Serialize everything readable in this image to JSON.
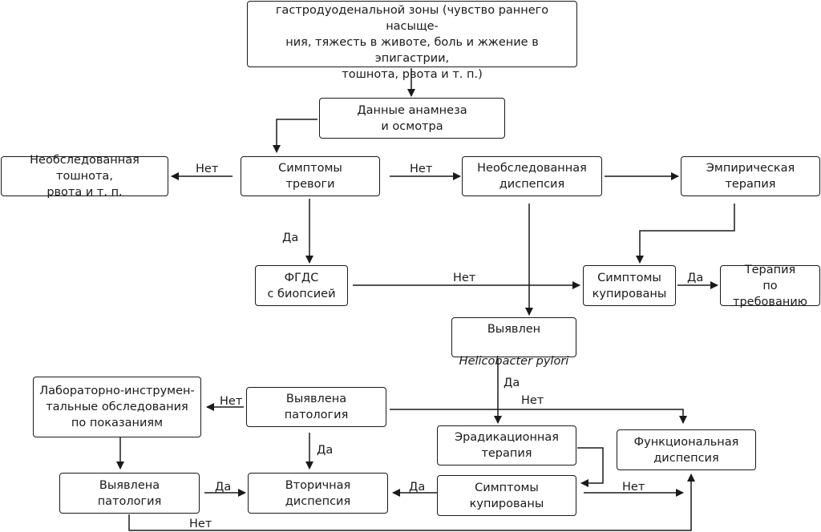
{
  "diagram": {
    "nodes": {
      "symptoms_suspect": "Симптомы, позволяющие подозревать патологию\nгастродуоденальной зоны (чувство раннего насыще-\nния, тяжесть в животе, боль и жжение в эпигастрии,\nтошнота, рвота и т. п.)",
      "history_exam": "Данные анамнеза\nи осмотра",
      "unexamined_nausea": "Необследованная тошнота,\nрвота и т. п.",
      "alarm_symptoms": "Симптомы\nтревоги",
      "unexamined_dyspepsia": "Необследованная\nдиспепсия",
      "empirical_therapy": "Эмпирическая\nтерапия",
      "fgds": "ФГДС\nс биопсией",
      "symptoms_relieved_1": "Симптомы\nкупированы",
      "on_demand_therapy": "Терапия\nпо требованию",
      "hp_line1": "Выявлен",
      "hp_line2": "Helicobacter pylori",
      "lab_tests": "Лабораторно-инструмен-\nтальные обследования\nпо показаниям",
      "pathology_found_1": "Выявлена\nпатология",
      "eradication": "Эрадикационная\nтерапия",
      "functional_dyspepsia": "Функциональная\nдиспепсия",
      "pathology_found_2": "Выявлена\nпатология",
      "secondary_dyspepsia": "Вторичная\nдиспепсия",
      "symptoms_relieved_2": "Симптомы\nкупированы"
    },
    "labels": {
      "no_alarm_left": "Нет",
      "no_alarm_right": "Нет",
      "yes_alarm_down": "Да",
      "no_fgds": "Нет",
      "yes_relieved": "Да",
      "yes_hp": "Да",
      "no_hp": "Нет",
      "no_pathology_1": "Нет",
      "yes_pathology_1": "Да",
      "yes_pathology_2": "Да",
      "yes_relieved_2": "Да",
      "no_relieved_2": "Нет",
      "no_pathology_2": "Нет"
    },
    "line_color": "#1a1a1a"
  }
}
